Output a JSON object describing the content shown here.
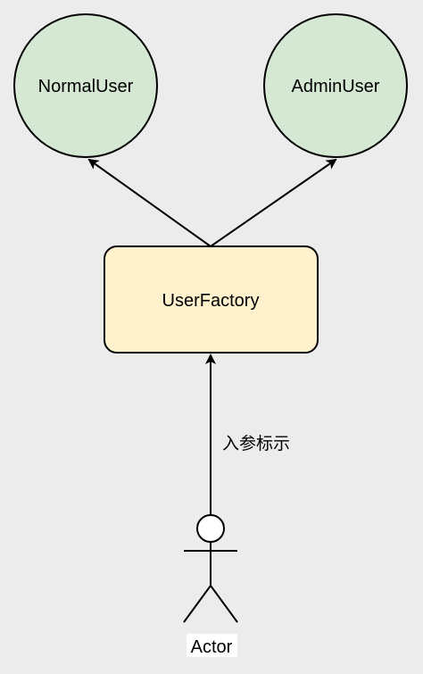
{
  "diagram": {
    "nodes": {
      "normal_user": {
        "label": "NormalUser",
        "shape": "circle"
      },
      "admin_user": {
        "label": "AdminUser",
        "shape": "circle"
      },
      "user_factory": {
        "label": "UserFactory",
        "shape": "rounded-rectangle"
      },
      "actor": {
        "label": "Actor",
        "shape": "stick-figure"
      }
    },
    "edges": [
      {
        "from": "user_factory",
        "to": "normal_user",
        "label": ""
      },
      {
        "from": "user_factory",
        "to": "admin_user",
        "label": ""
      },
      {
        "from": "actor",
        "to": "user_factory",
        "label": "入参标示"
      }
    ],
    "colors": {
      "background": "#ececec",
      "circle_fill": "#d5e8d4",
      "box_fill": "#fff2cc",
      "stroke": "#000000",
      "actor_fill": "#ffffff"
    }
  }
}
